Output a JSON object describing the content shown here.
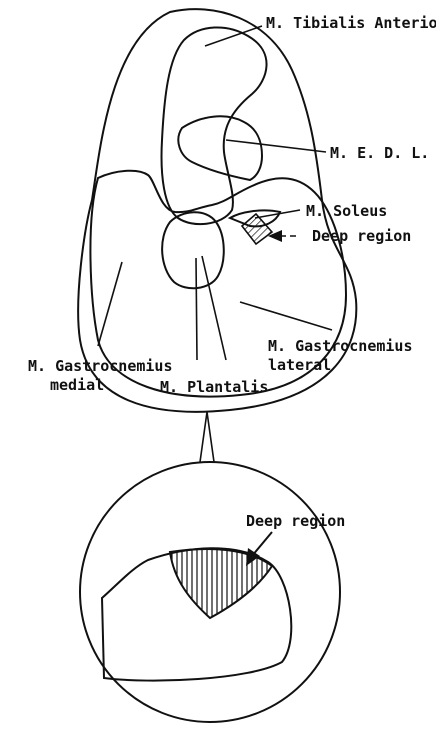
{
  "labels": {
    "tibialis_anterior": "M. Tibialis Anterior",
    "medl": "M. E. D. L.",
    "soleus": "M. Soleus",
    "deep_region_top": "Deep region",
    "gastro_medial_1": "M. Gastrocnemius",
    "gastro_medial_2": "medial",
    "gastro_lateral_1": "M. Gastrocnemius",
    "gastro_lateral_2": "lateral",
    "plantaris": "M. Plantalis",
    "deep_region_bottom": "Deep region"
  },
  "colors": {
    "ink": "#111111",
    "paper": "#ffffff"
  }
}
